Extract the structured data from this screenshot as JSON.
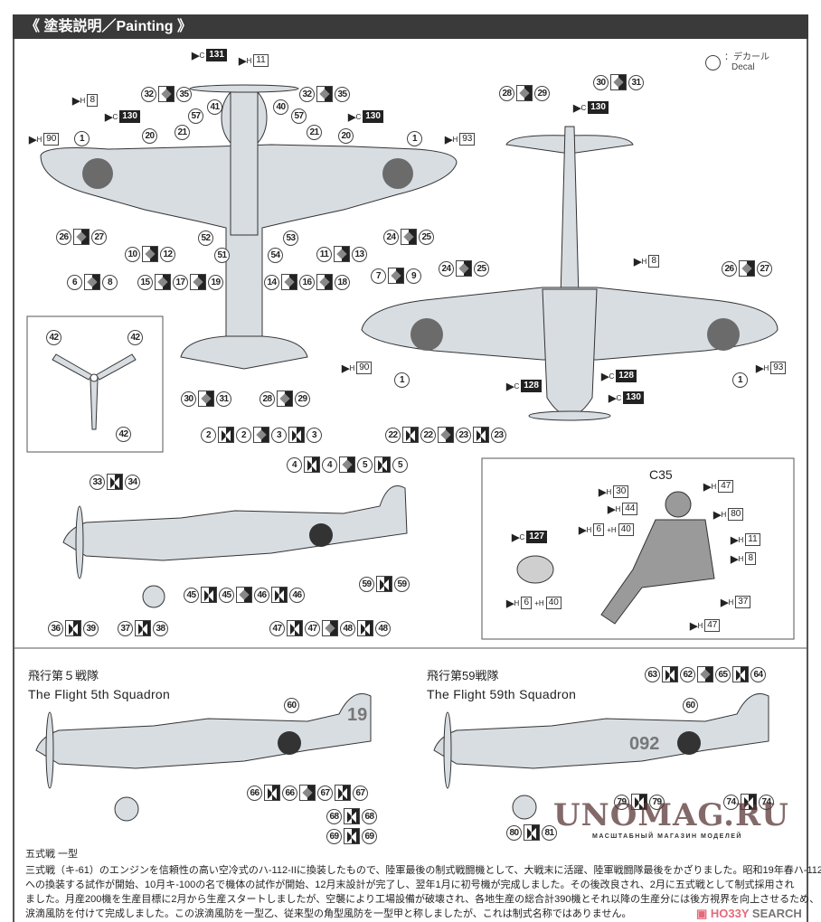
{
  "header": {
    "title": "《 塗装説明／Painting 》"
  },
  "legend": {
    "symbol": "circle-outline",
    "label_jp": "：デカール",
    "label_en": "Decal"
  },
  "colors": {
    "header_bg": "#3a3a3a",
    "aircraft_fill": "#d8dde2",
    "hinomaru": "#5a5a5a",
    "watermark": "#5a3737",
    "hobby_brand": "#e46a7a"
  },
  "top_view": {
    "pins": [
      {
        "type": "C",
        "num": "131",
        "dark": true
      },
      {
        "type": "H",
        "num": "11",
        "dark": false
      },
      {
        "type": "H",
        "num": "8",
        "dark": false
      },
      {
        "type": "C",
        "num": "130",
        "dark": true
      },
      {
        "type": "C",
        "num": "130",
        "dark": true
      },
      {
        "type": "H",
        "num": "90",
        "dark": false
      },
      {
        "type": "H",
        "num": "93",
        "dark": false
      }
    ],
    "callouts": [
      "1",
      "1",
      "20",
      "21",
      "57",
      "41",
      "40",
      "57",
      "21",
      "20",
      "51",
      "52",
      "53",
      "54"
    ],
    "decal_groups": [
      {
        "items": [
          "32",
          "arrow",
          "35"
        ]
      },
      {
        "items": [
          "32",
          "arrow",
          "35"
        ]
      },
      {
        "items": [
          "26",
          "arrow",
          "27"
        ]
      },
      {
        "items": [
          "10",
          "arrow",
          "12"
        ]
      },
      {
        "items": [
          "6",
          "arrow",
          "8"
        ]
      },
      {
        "items": [
          "15",
          "arrow",
          "17",
          "arrow",
          "19"
        ]
      },
      {
        "items": [
          "14",
          "arrow",
          "16",
          "arrow",
          "18"
        ]
      },
      {
        "items": [
          "11",
          "arrow",
          "13"
        ]
      },
      {
        "items": [
          "24",
          "arrow",
          "25"
        ]
      },
      {
        "items": [
          "7",
          "arrow",
          "9"
        ]
      }
    ]
  },
  "tail_top": {
    "pin": {
      "type": "C",
      "num": "130",
      "dark": true
    },
    "decal_groups": [
      {
        "items": [
          "28",
          "arrow",
          "29"
        ]
      },
      {
        "items": [
          "30",
          "arrow",
          "31"
        ]
      }
    ]
  },
  "tail_bottom": {
    "decal_groups": [
      {
        "items": [
          "30",
          "arrow",
          "31"
        ]
      },
      {
        "items": [
          "28",
          "arrow",
          "29"
        ]
      }
    ]
  },
  "underside_view": {
    "pins": [
      {
        "type": "H",
        "num": "8",
        "dark": false
      },
      {
        "type": "H",
        "num": "90",
        "dark": false
      },
      {
        "type": "H",
        "num": "93",
        "dark": false
      },
      {
        "type": "C",
        "num": "128",
        "dark": true
      },
      {
        "type": "C",
        "num": "128",
        "dark": true
      },
      {
        "type": "C",
        "num": "130",
        "dark": true
      }
    ],
    "callouts": [
      "1",
      "1"
    ],
    "decal_groups": [
      {
        "items": [
          "24",
          "arrow",
          "25"
        ]
      },
      {
        "items": [
          "26",
          "arrow",
          "27"
        ]
      }
    ]
  },
  "propeller": {
    "callouts": [
      "42",
      "42",
      "42"
    ]
  },
  "side_view": {
    "decal_groups": [
      {
        "items": [
          "2",
          "bow",
          "2",
          "arrow",
          "3",
          "bow",
          "3"
        ]
      },
      {
        "items": [
          "22",
          "bow",
          "22",
          "arrow",
          "23",
          "bow",
          "23"
        ]
      },
      {
        "items": [
          "4",
          "bow",
          "4",
          "arrow",
          "5",
          "bow",
          "5"
        ]
      },
      {
        "items": [
          "33",
          "bow",
          "34"
        ]
      },
      {
        "items": [
          "59",
          "bow",
          "59"
        ]
      },
      {
        "items": [
          "45",
          "bow",
          "45",
          "arrow",
          "46",
          "bow",
          "46"
        ]
      },
      {
        "items": [
          "36",
          "bow",
          "39"
        ]
      },
      {
        "items": [
          "37",
          "bow",
          "38"
        ]
      },
      {
        "items": [
          "47",
          "bow",
          "47",
          "arrow",
          "48",
          "bow",
          "48"
        ]
      }
    ]
  },
  "pilot": {
    "helmet_code": "C35",
    "pins": [
      {
        "type": "H",
        "num": "30",
        "dark": false
      },
      {
        "type": "H",
        "num": "47",
        "dark": false
      },
      {
        "type": "H",
        "num": "44",
        "dark": false
      },
      {
        "type": "H",
        "num": "80",
        "dark": false
      },
      {
        "type": "H",
        "num": "11",
        "dark": false
      },
      {
        "type": "H",
        "num": "8",
        "dark": false
      },
      {
        "type": "H",
        "num": "37",
        "dark": false
      },
      {
        "type": "H",
        "num": "47",
        "dark": false
      }
    ],
    "mix_pin": {
      "type": "H",
      "num": "6",
      "plus": "+H",
      "num2": "40"
    },
    "cushion_pin": {
      "type": "C",
      "num": "127",
      "dark": true
    },
    "cushion_mix": {
      "type": "H",
      "num": "6",
      "plus": "+H",
      "num2": "40"
    }
  },
  "squadron_5": {
    "title_jp": "飛行第５戦隊",
    "title_en": "The Flight 5th Squadron",
    "tail_marking": "19",
    "callouts": [
      "60"
    ],
    "decal_groups": [
      {
        "items": [
          "66",
          "bow",
          "66",
          "arrow",
          "67",
          "bow",
          "67"
        ]
      },
      {
        "items": [
          "68",
          "bow",
          "68"
        ]
      },
      {
        "items": [
          "69",
          "bow",
          "69"
        ]
      }
    ]
  },
  "squadron_59": {
    "title_jp": "飛行第59戦隊",
    "title_en": "The Flight 59th Squadron",
    "fuselage_marking": "092",
    "callouts": [
      "60"
    ],
    "decal_groups": [
      {
        "items": [
          "63",
          "bow",
          "62",
          "arrow",
          "65",
          "bow",
          "64"
        ]
      },
      {
        "items": [
          "79",
          "bow",
          "79"
        ]
      },
      {
        "items": [
          "74",
          "bow",
          "74"
        ]
      },
      {
        "items": [
          "80",
          "bow",
          "81"
        ]
      }
    ]
  },
  "description": {
    "title": "五式戦 一型",
    "lines": [
      "三式戦（キ-61）のエンジンを信頼性の高い空冷式のハ-112-IIに換装したもので、陸軍最後の制式戦闘機として、大戦末に活躍、陸軍戦闘隊最後をかざりました。昭和19年春ハ-112",
      "への換装する試作が開始、10月キ-100の名で機体の試作が開始、12月末設計が完了し、翌年1月に初号機が完成しました。その後改良され、2月に五式戦として制式採用され",
      "ました。月産200機を生産目標に2月から生産スタートしましたが、空襲により工場設備が破壊され、各地生産の総合計390機とそれ以降の生産分には後方視界を向上させるため、",
      "涙滴風防を付けて完成しました。この涙滴風防を一型乙、従来型の角型風防を一型甲と称しましたが、これは制式名称ではありません。"
    ]
  },
  "watermark": {
    "text": "UNOMAG.RU",
    "sub": "МАСШТАБНЫЙ МАГАЗИН МОДЕЛЕЙ"
  },
  "brand": {
    "hobby": "HO33Y",
    "search": " SEARCH"
  }
}
